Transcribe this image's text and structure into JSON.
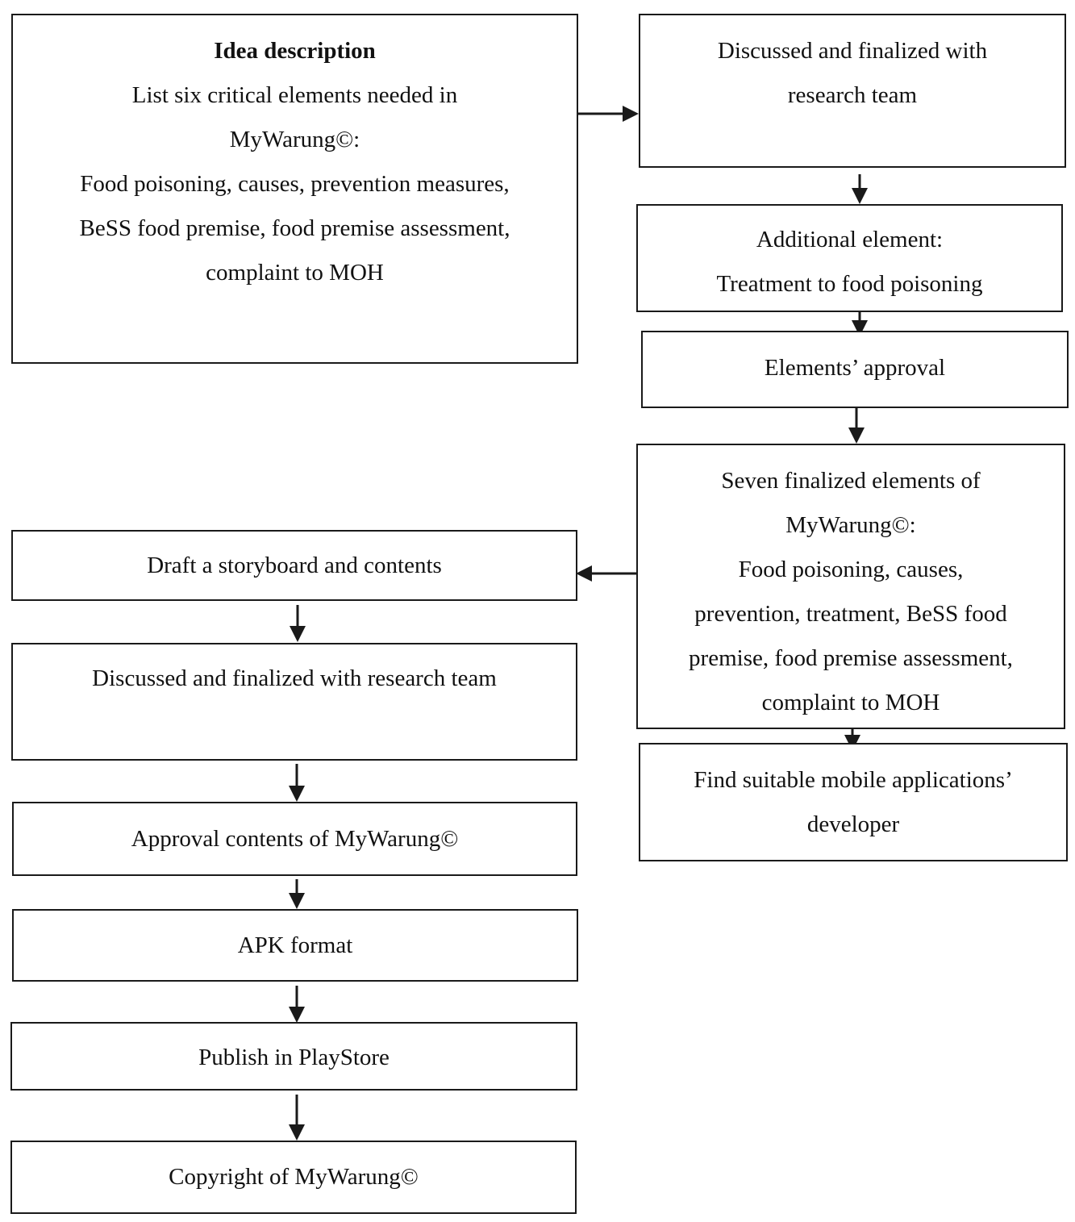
{
  "colors": {
    "line": "#1a1a1a",
    "text": "#111111",
    "background": "#ffffff"
  },
  "nodes": {
    "idea": {
      "title": "Idea description",
      "lines": [
        "List six critical elements needed in",
        "MyWarung©:",
        "Food poisoning, causes, prevention measures,",
        "BeSS food premise, food premise assessment,",
        "complaint to MOH"
      ]
    },
    "discuss1": {
      "lines": [
        "Discussed and finalized with",
        "research team"
      ]
    },
    "additional": {
      "lines": [
        "Additional element:",
        "Treatment to food poisoning"
      ]
    },
    "approval": {
      "lines": [
        "Elements’ approval"
      ]
    },
    "seven": {
      "lines": [
        "Seven finalized elements of",
        "MyWarung©:",
        "Food poisoning, causes,",
        "prevention, treatment, BeSS food",
        "premise, food premise assessment,",
        "complaint to MOH"
      ]
    },
    "find_dev": {
      "lines": [
        "Find suitable mobile applications’",
        "developer"
      ]
    },
    "draft": {
      "lines": [
        "Draft a storyboard and contents"
      ]
    },
    "discuss2": {
      "lines": [
        "Discussed and finalized with research team"
      ]
    },
    "approval_contents": {
      "lines": [
        "Approval contents of MyWarung©"
      ]
    },
    "apk": {
      "lines": [
        "APK format"
      ]
    },
    "publish": {
      "lines": [
        "Publish in PlayStore"
      ]
    },
    "copyright": {
      "lines": [
        "Copyright of MyWarung©"
      ]
    }
  }
}
